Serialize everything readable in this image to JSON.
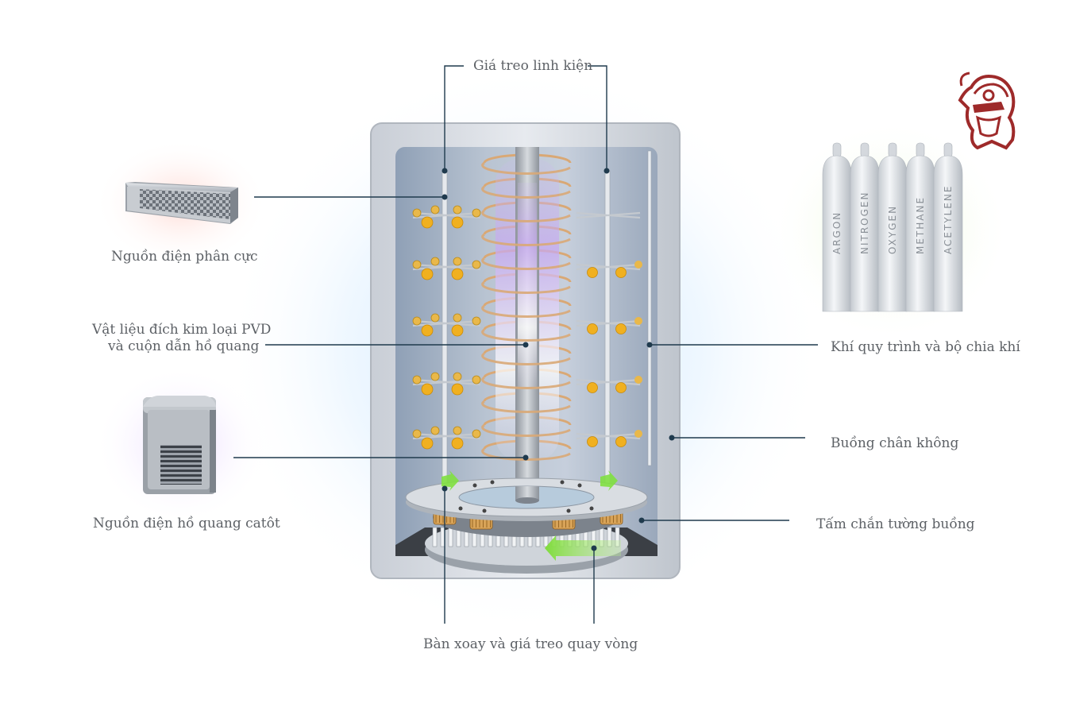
{
  "labels": {
    "component_rack": "Giá treo linh kiện",
    "bias_power": "Nguồn điện phân cực",
    "target_line1": "Vật liệu đích kim loại PVD",
    "target_line2": "và cuộn dẫn hồ quang",
    "cathodic_arc_power": "Nguồn điện hồ quang catôt",
    "process_gas": "Khí quy trình và bộ chia khí",
    "vacuum_chamber": "Buồng chân không",
    "chamber_shield": "Tấm chắn tường buồng",
    "turntable": "Bàn xoay và giá treo quay vòng"
  },
  "gases": [
    "ARGON",
    "NITROGEN",
    "OXYGEN",
    "METHANE",
    "ACETYLENE"
  ],
  "colors": {
    "label_text": "#5d6166",
    "leader_line": "#1f3a4d",
    "coil": "#d9a875",
    "plasma": "#b89ae6",
    "part_gold": "#f0b020",
    "arrow_green": "#8be04a",
    "logo_red": "#9e2a2a"
  },
  "icons": {
    "logo": "knight-helmet-icon",
    "bias_power": "power-supply-box-icon",
    "arc_power": "power-cabinet-icon",
    "gas": "gas-cylinder-icon"
  }
}
